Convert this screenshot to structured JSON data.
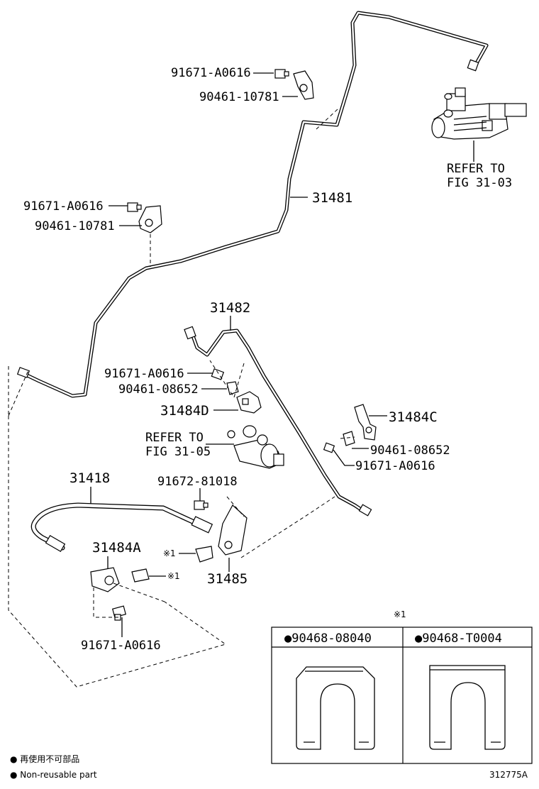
{
  "labels": {
    "p1": "91671-A0616",
    "p2": "90461-10781",
    "p3": "31481",
    "p4": "91671-A0616",
    "p5": "90461-10781",
    "p6": "REFER TO",
    "p7": "FIG 31-03",
    "p8": "31482",
    "p9": "91671-A0616",
    "p10": "90461-08652",
    "p11": "31484D",
    "p12": "REFER TO",
    "p13": "FIG 31-05",
    "p14": "31484C",
    "p15": "90461-08652",
    "p16": "91671-A0616",
    "p17": "31418",
    "p18": "91672-81018",
    "p19": "31484A",
    "p20": "※1",
    "p21": "※1",
    "p22": "31485",
    "p23": "91671-A0616"
  },
  "table": {
    "mark": "※1",
    "col1": "●90468-08040",
    "col2": "●90468-T0004"
  },
  "legend": {
    "jp": "● 再使用不可部品",
    "en": "● Non-reusable part"
  },
  "figure_id": "312775A"
}
